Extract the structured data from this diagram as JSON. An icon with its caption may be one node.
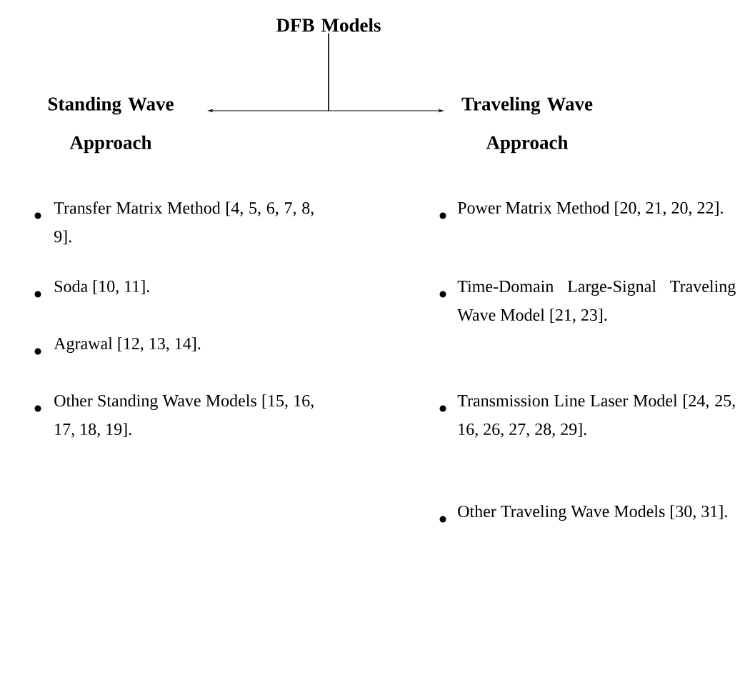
{
  "diagram": {
    "nodes": [
      {
        "text": [
          "DFB Models"
        ]
      },
      {
        "text": [
          "Standing Wave Approach"
        ]
      },
      {
        "text": [
          "Traveling Wave Approach"
        ]
      }
    ],
    "edges": [
      {
        "from": 0,
        "to": 1,
        "arrow": "to"
      },
      {
        "from": 0,
        "to": 2,
        "arrow": "to"
      }
    ],
    "labels": [
      "Transfer Matrix Method [4, 5, 6, 7, 8, 9].",
      "Soda [10, 11].",
      "Agrawal [12, 13, 14].",
      "Other Standing Wave Models [15, 16, 17, 18, 19].",
      "Power Matrix Method [20, 21, 20, 22].",
      "Time-Domain Large-Signal Traveling Wave Model [21, 23].",
      "Transmission Line Laser Model [24, 25, 16, 26, 27, 28, 29].",
      "Other Traveling Wave Models [30, 31]."
    ]
  }
}
